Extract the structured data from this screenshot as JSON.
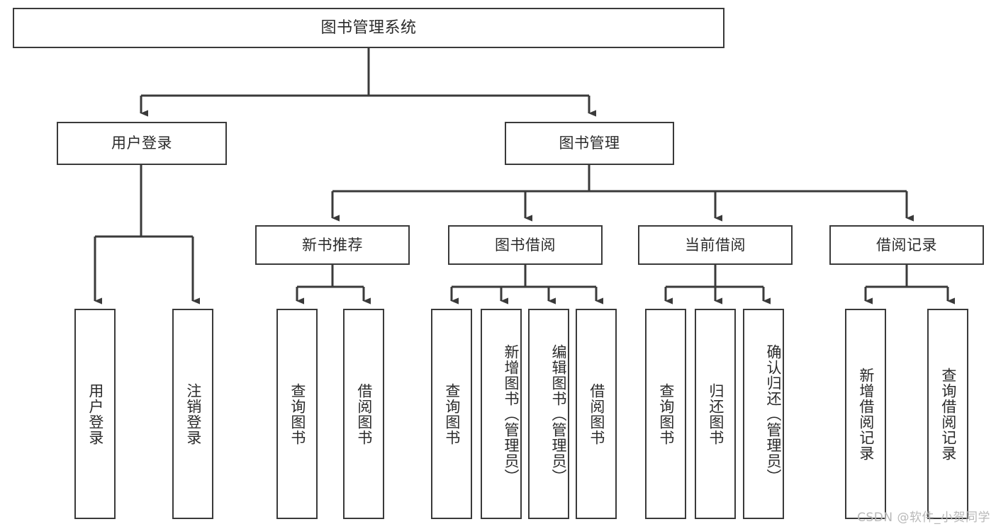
{
  "diagram": {
    "type": "tree-hierarchy-chart",
    "title": "图书管理系统",
    "stroke_color": "#3a3a3a",
    "text_color": "#2b2b2b",
    "background_color": "#ffffff",
    "watermark": "CSDN @软件_小贺同学",
    "levels": {
      "level1": {
        "label": "图书管理系统"
      },
      "level2": [
        {
          "label": "用户登录"
        },
        {
          "label": "图书管理"
        }
      ],
      "level3": [
        {
          "label": "新书推荐"
        },
        {
          "label": "图书借阅"
        },
        {
          "label": "当前借阅"
        },
        {
          "label": "借阅记录"
        }
      ],
      "level4": {
        "user_login": [
          {
            "label": "用户登录"
          },
          {
            "label": "注销登录"
          }
        ],
        "new_book_recommend": [
          {
            "label": "查询图书"
          },
          {
            "label": "借阅图书"
          }
        ],
        "book_borrow": [
          {
            "label": "查询图书"
          },
          {
            "label": "新增图书（管理员）"
          },
          {
            "label": "编辑图书（管理员）"
          },
          {
            "label": "借阅图书"
          }
        ],
        "current_borrow": [
          {
            "label": "查询图书"
          },
          {
            "label": "归还图书"
          },
          {
            "label": "确认归还（管理员）"
          }
        ],
        "borrow_records": [
          {
            "label": "新增借阅记录"
          },
          {
            "label": "查询借阅记录"
          }
        ]
      }
    }
  }
}
